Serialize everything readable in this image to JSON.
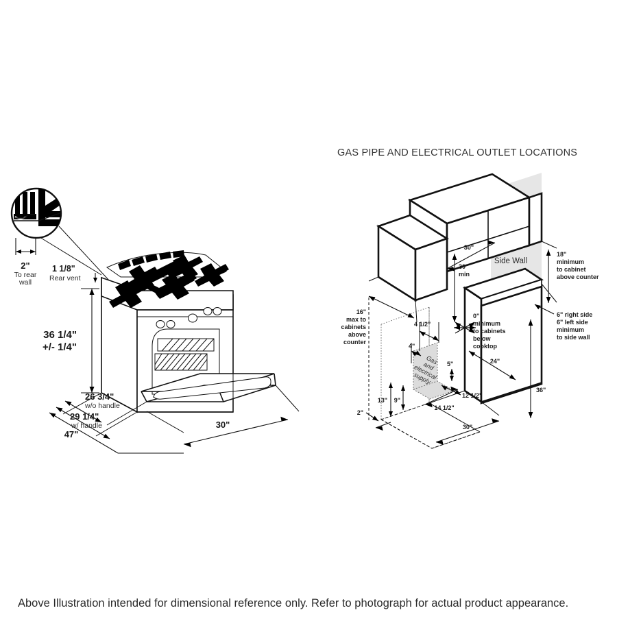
{
  "page": {
    "caption": "Above Illustration intended for dimensional reference only. Refer to photograph for actual product appearance."
  },
  "left_diagram": {
    "name": "range-dimension-drawing",
    "callout": {
      "name": "rear-vent-detail-callout",
      "dim_2in": "2\"",
      "dim_2in_note_line1": "To rear",
      "dim_2in_note_line2": "wall"
    },
    "labels": {
      "rear_vent_value": "1 1/8\"",
      "rear_vent_note": "Rear vent",
      "height_value": "36 1/4\"",
      "height_tolerance": "+/- 1/4\"",
      "depth_wo_handle_value": "26 3/4\"",
      "depth_wo_handle_note": "w/o handle",
      "depth_w_handle_value": "29 1/4\"",
      "depth_w_handle_note": "w/ handle",
      "depth_door_open_value": "47\"",
      "width_value": "30\""
    }
  },
  "right_diagram": {
    "name": "gas-pipe-electrical-outlet-locations",
    "title": "GAS PIPE AND ELECTRICAL OUTLET LOCATIONS",
    "side_wall_label": "Side Wall",
    "gas_supply_label_line1": "Gas",
    "gas_supply_label_line2": "and",
    "gas_supply_label_line3": "electrical",
    "gas_supply_label_line4": "supply",
    "labels": {
      "cabinet_depth_16_value": "16\"",
      "cabinet_depth_16_note_1": "max to",
      "cabinet_depth_16_note_2": "cabinets",
      "cabinet_depth_16_note_3": "above",
      "cabinet_depth_16_note_4": "counter",
      "overhead_width_30": "30\"",
      "overhead_min_30_value": "30\"",
      "overhead_min_30_note": "min",
      "side_clearance_18_value": "18\"",
      "side_clearance_18_note_1": "minimum",
      "side_clearance_18_note_2": "to cabinet",
      "side_clearance_18_note_3": "above counter",
      "zero_clearance_value": "0\"",
      "zero_clearance_note_1": "minimum",
      "zero_clearance_note_2": "to cabinets",
      "zero_clearance_note_3": "below",
      "zero_clearance_note_4": "cooktop",
      "side_wall_6_note_1": "6\" right side",
      "side_wall_6_note_2": "6\" left side",
      "side_wall_6_note_3": "minimum",
      "side_wall_6_note_4": "to side wall",
      "counter_depth_24": "24\"",
      "counter_height_36": "36\"",
      "supply_offset_4_5": "4 1/2\"",
      "supply_offset_4": "4\"",
      "supply_height_5": "5\"",
      "supply_height_13": "13\"",
      "supply_height_9": "9\"",
      "supply_depth_12_5": "12 1/2\"",
      "supply_depth_14_5": "14 1/2\"",
      "floor_offset_2": "2\"",
      "opening_width_30": "30\""
    }
  }
}
